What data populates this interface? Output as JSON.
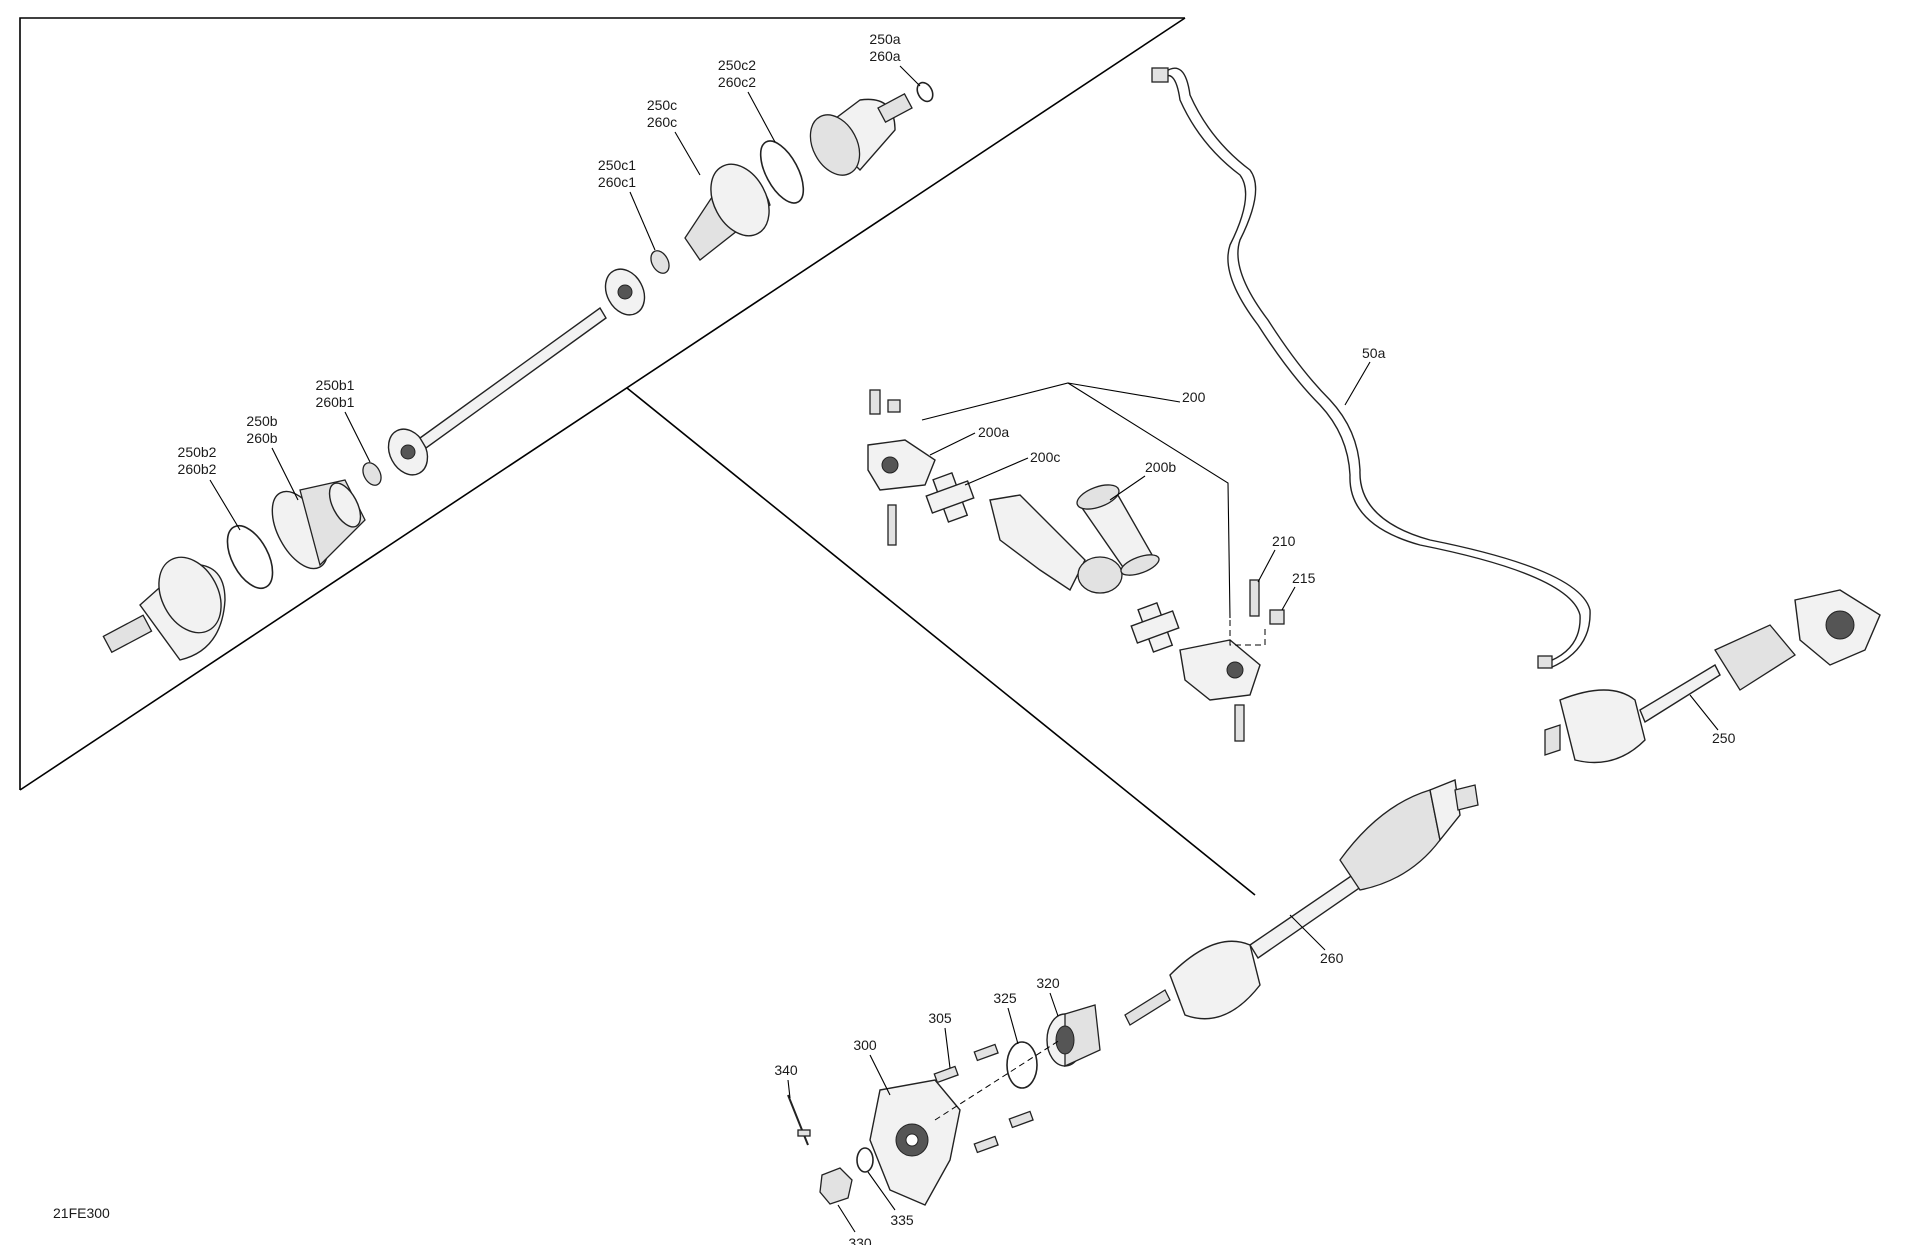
{
  "figure_code": "21FE300",
  "labels": {
    "l250a": [
      "250a",
      "260a"
    ],
    "l250c2": [
      "250c2",
      "260c2"
    ],
    "l250c": [
      "250c",
      "260c"
    ],
    "l250c1": [
      "250c1",
      "260c1"
    ],
    "l250b1": [
      "250b1",
      "260b1"
    ],
    "l250b": [
      "250b",
      "260b"
    ],
    "l250b2": [
      "250b2",
      "260b2"
    ],
    "l200": "200",
    "l200a": "200a",
    "l200b": "200b",
    "l200c": "200c",
    "l210": "210",
    "l215": "215",
    "l50a": "50a",
    "l250": "250",
    "l260": "260",
    "l300": "300",
    "l305": "305",
    "l320": "320",
    "l325": "325",
    "l330": "330",
    "l335": "335",
    "l340": "340"
  }
}
